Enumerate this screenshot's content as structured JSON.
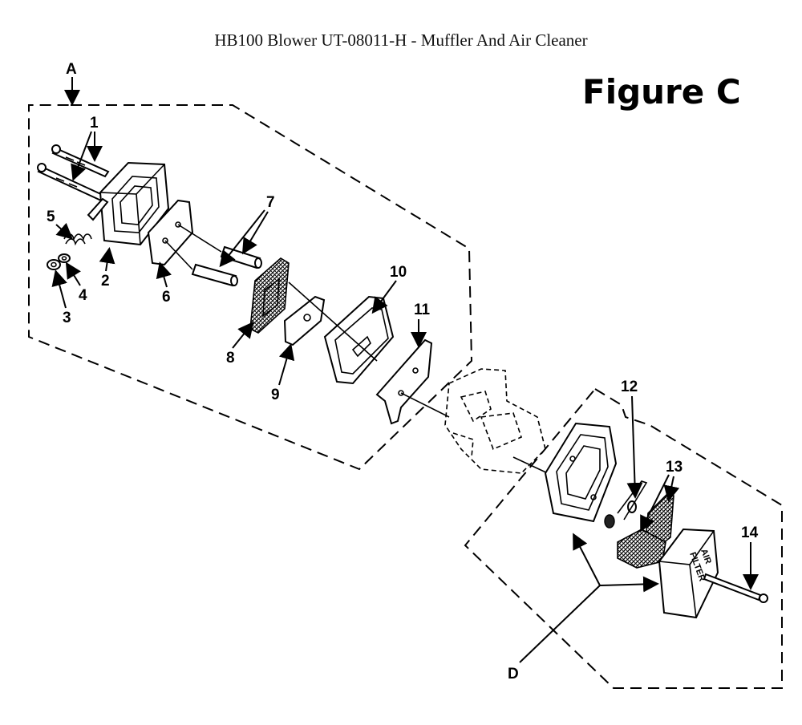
{
  "title": "HB100 Blower UT-08011-H - Muffler And Air Cleaner",
  "figure_label": "Figure C",
  "callouts": {
    "A": "A",
    "D": "D",
    "p1": "1",
    "p2": "2",
    "p3": "3",
    "p4": "4",
    "p5": "5",
    "p6": "6",
    "p7": "7",
    "p8": "8",
    "p9": "9",
    "p10": "10",
    "p11": "11",
    "p12": "12",
    "p13": "13",
    "p14": "14"
  },
  "embossed_text": {
    "line1": "AIR",
    "line2": "FILTER"
  }
}
